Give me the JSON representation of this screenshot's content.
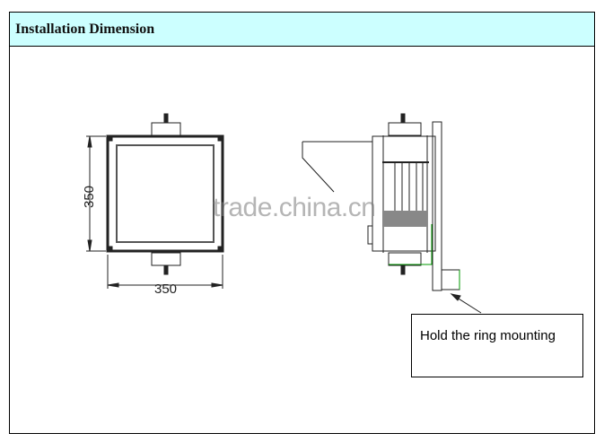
{
  "section": {
    "title": "Installation Dimension"
  },
  "front_view": {
    "width_label": "350",
    "height_label": "350"
  },
  "side_view": {
    "callout": "Hold the ring mounting"
  },
  "watermark": "trade.china.cn",
  "colors": {
    "header_bg": "#ccffff",
    "highlight": "#009900"
  }
}
